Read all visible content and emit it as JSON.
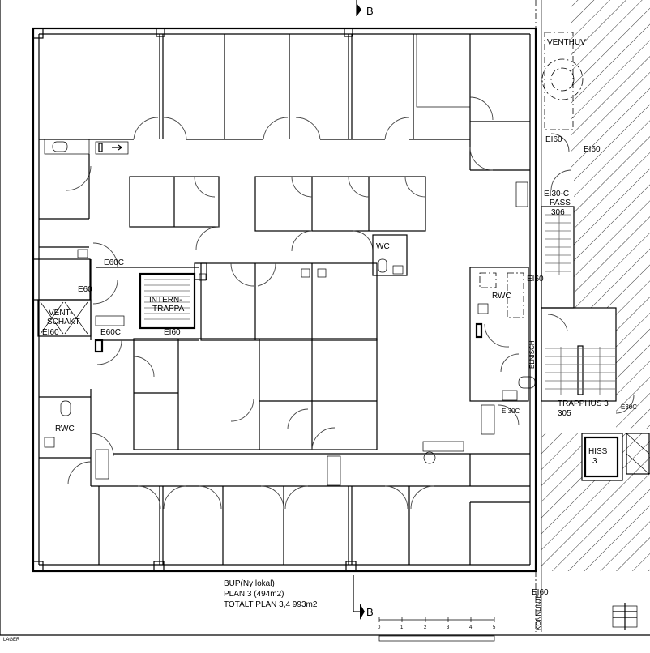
{
  "drawing": {
    "section_marker": "B",
    "title_block": {
      "line1": "BUP(Ny lokal)",
      "line2": "PLAN 3 (494m2)",
      "line3": "TOTALT PLAN 3,4 993m2"
    },
    "scale_bar": {
      "ticks": [
        "0",
        "1",
        "2",
        "3",
        "4",
        "5"
      ]
    },
    "corner_note": "LAGER",
    "labels": {
      "venthuv": "VENTHUV",
      "ei60_top1": "EI60",
      "ei60_top2": "EI60",
      "ei30c_pass": "EI30-C",
      "pass": "PASS",
      "pass_no": "306",
      "e60c_1": "E60C",
      "e60": "E60",
      "vent": "VENT-",
      "schakt": "SCHAKT",
      "ei60_vent": "EI60",
      "e60c_2": "E60C",
      "ei60_stair": "EI60",
      "intern": "INTERN-",
      "trappa": "TRAPPA",
      "wc": "WC",
      "rwc_right": "RWC",
      "ei60_rwc": "EI60",
      "elnisch": "ELNISCH",
      "ei30c": "EI30C",
      "rwc_left": "RWC",
      "trapphus": "TRAPPHUS 3",
      "trapphus_no": "305",
      "e30c": "E30C",
      "hiss": "HISS",
      "hiss_no": "3",
      "ei60_bottom": "EI60",
      "konnlinje": "KONNLINJE"
    }
  }
}
